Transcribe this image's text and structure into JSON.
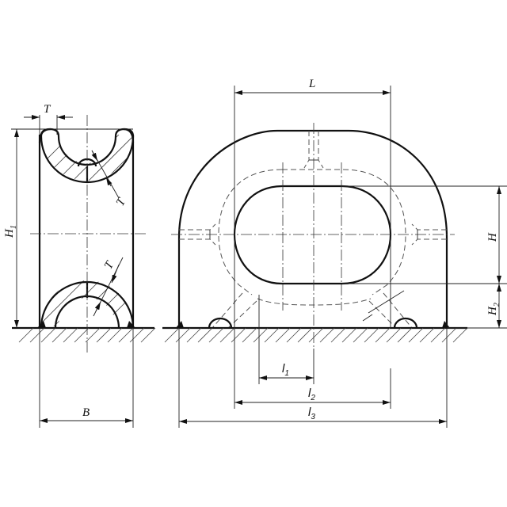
{
  "drawing": {
    "title": "Mooring chock – dimensional drawing",
    "side_view": {
      "labels": {
        "T_top": "T",
        "T_upper_arc": "T",
        "T_lower_arc": "T",
        "H1_main": "H",
        "H1_sub": "1",
        "B": "B"
      }
    },
    "front_view": {
      "labels": {
        "L": "L",
        "H": "H",
        "H2_main": "H",
        "H2_sub": "2",
        "l1_main": "l",
        "l1_sub": "1",
        "l2_main": "l",
        "l2_sub": "2",
        "l3_main": "l",
        "l3_sub": "3"
      }
    },
    "colors": {
      "line": "#111111",
      "background": "#ffffff"
    }
  }
}
